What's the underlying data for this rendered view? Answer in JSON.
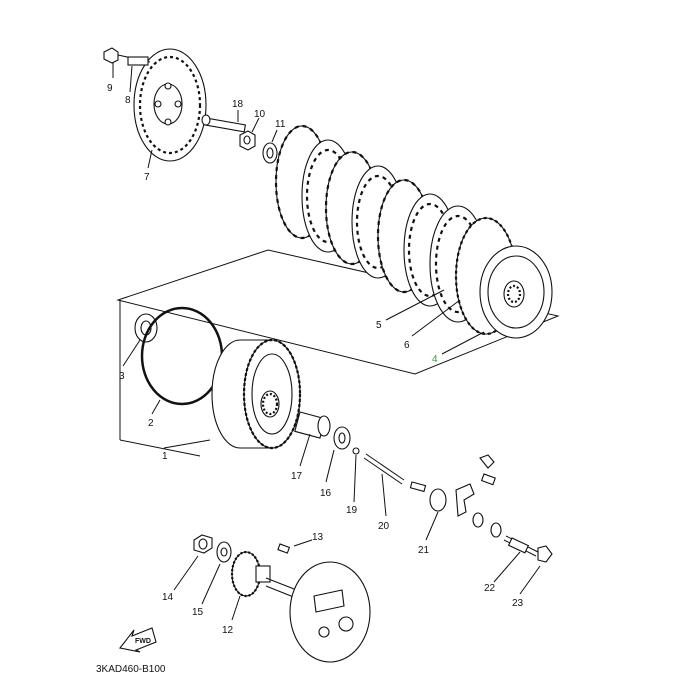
{
  "diagram": {
    "part_labels": [
      "1",
      "2",
      "3",
      "4",
      "5",
      "6",
      "7",
      "8",
      "9",
      "10",
      "11",
      "12",
      "13",
      "14",
      "15",
      "16",
      "17",
      "18",
      "19",
      "20",
      "21",
      "22",
      "23"
    ],
    "highlighted_label": "4",
    "drawing_code": "3KAD460-B100",
    "fwd_arrow_text": "FWD"
  }
}
